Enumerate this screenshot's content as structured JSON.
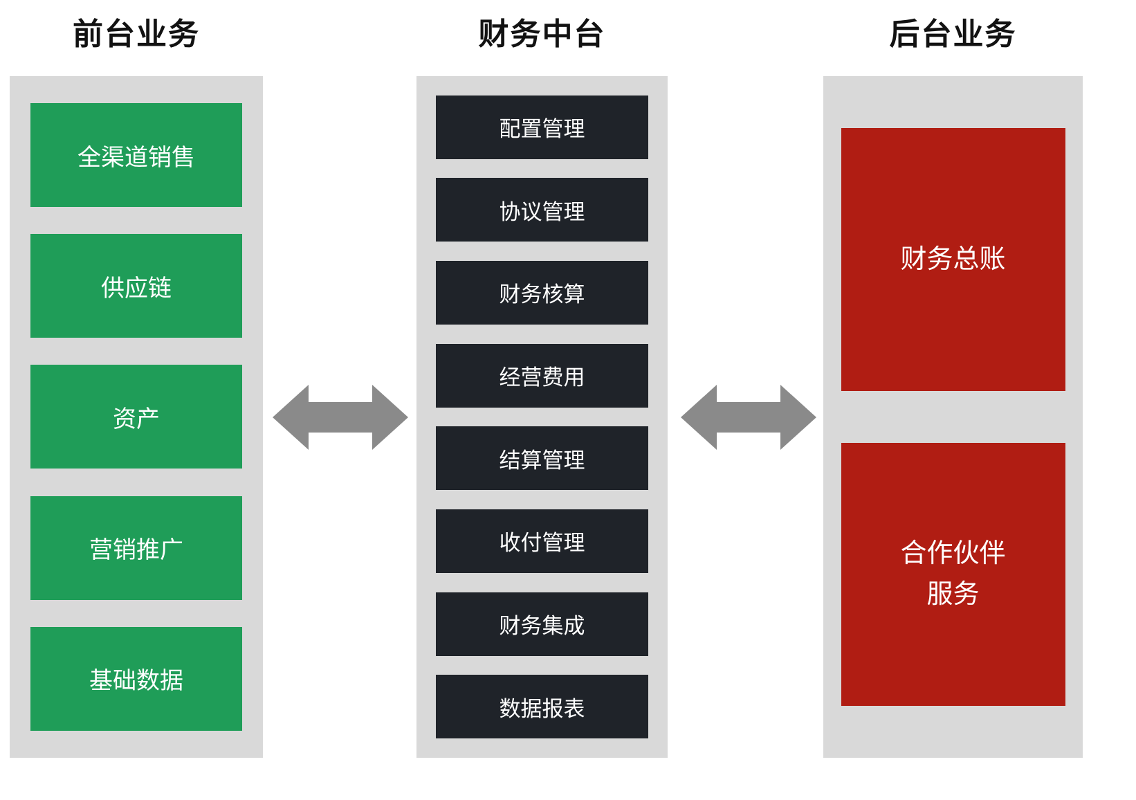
{
  "diagram": {
    "columns": [
      {
        "title": "前台业务",
        "items": [
          "全渠道销售",
          "供应链",
          "资产",
          "营销推广",
          "基础数据"
        ]
      },
      {
        "title": "财务中台",
        "items": [
          "配置管理",
          "协议管理",
          "财务核算",
          "经营费用",
          "结算管理",
          "收付管理",
          "财务集成",
          "数据报表"
        ]
      },
      {
        "title": "后台业务",
        "items": [
          "财务总账",
          "合作伙伴\n服务"
        ]
      }
    ],
    "colors": {
      "front_box": "#1f9d58",
      "middle_box": "#1f2329",
      "back_box": "#b01d13",
      "panel_bg": "#d9d9d9",
      "arrow": "#8a8a8a",
      "title_text": "#121212",
      "box_text": "#ffffff"
    }
  }
}
